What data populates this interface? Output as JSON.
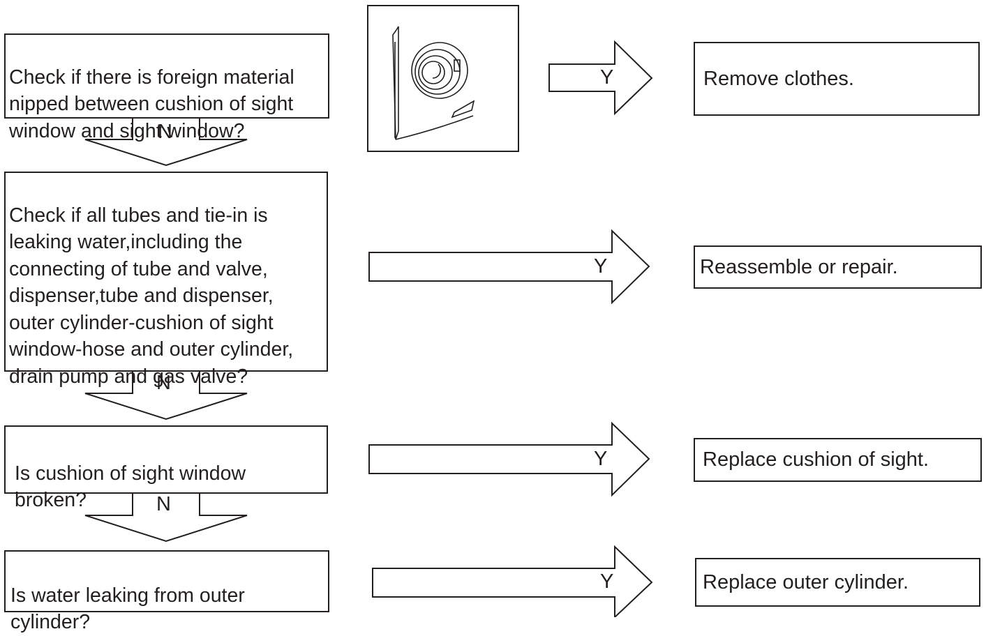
{
  "questions": [
    "Check if there is foreign material\nnipped between cushion of sight\nwindow and sight window?",
    "Check if all tubes and tie-in is\nleaking water,including the\nconnecting of tube and valve,\ndispenser,tube and dispenser,\nouter cylinder-cushion of sight\nwindow-hose and outer cylinder,\ndrain pump and gas valve?",
    "Is cushion of sight window\nbroken?",
    "Is water leaking from outer\ncylinder?"
  ],
  "results": [
    "Remove clothes.",
    "Reassemble or repair.",
    "Replace cushion of sight.",
    "Replace outer cylinder."
  ],
  "no_label": "N",
  "yes_label": "Y",
  "illustration": "washing-machine-icon"
}
